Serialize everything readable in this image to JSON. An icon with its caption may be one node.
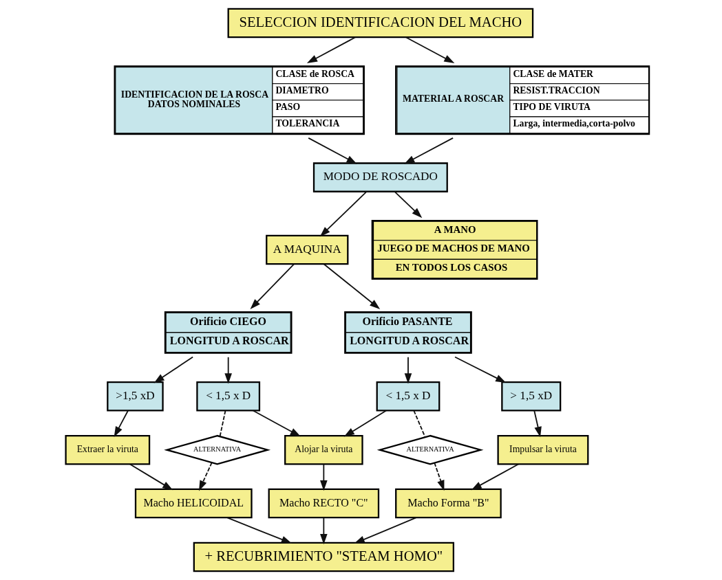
{
  "diagram": {
    "nodes": [
      {
        "text": [
          "SELECCION IDENTIFICACION DEL MACHO"
        ]
      },
      {
        "text": [
          "IDENTIFICACION DE LA ROSCA",
          "DATOS NOMINALES",
          "CLASE de ROSCA",
          "DIAMETRO",
          "PASO",
          "TOLERANCIA"
        ]
      },
      {
        "text": [
          "MATERIAL A ROSCAR",
          "CLASE de MATER",
          "RESIST.TRACCION",
          "TIPO DE VIRUTA",
          "Larga, intermedia,corta-polvo"
        ]
      },
      {
        "text": [
          "MODO DE ROSCADO"
        ]
      },
      {
        "text": [
          "A MAQUINA"
        ]
      },
      {
        "text": [
          "A MANO",
          "JUEGO DE MACHOS DE MANO",
          "EN TODOS LOS CASOS"
        ]
      },
      {
        "text": [
          "Orificio CIEGO",
          "LONGITUD A ROSCAR"
        ]
      },
      {
        "text": [
          "Orificio PASANTE",
          "LONGITUD A ROSCAR"
        ]
      },
      {
        "text": [
          ">1,5 xD"
        ]
      },
      {
        "text": [
          "< 1,5 x D"
        ]
      },
      {
        "text": [
          "< 1,5 x D"
        ]
      },
      {
        "text": [
          "> 1,5 xD"
        ]
      },
      {
        "text": [
          "Extraer la viruta"
        ]
      },
      {
        "text": [
          "Alojar la viruta"
        ]
      },
      {
        "text": [
          "Impulsar la viruta"
        ]
      },
      {
        "text": [
          "ALTERNATIVA"
        ]
      },
      {
        "text": [
          "ALTERNATIVA"
        ]
      },
      {
        "text": [
          "Macho HELICOIDAL"
        ]
      },
      {
        "text": [
          "Macho RECTO \"C\""
        ]
      },
      {
        "text": [
          "Macho Forma \"B\""
        ]
      },
      {
        "text": [
          "+ RECUBRIMIENTO \"STEAM HOMO\""
        ]
      }
    ],
    "edges": [
      {
        "from": 0,
        "to": 1,
        "arrow": "to"
      },
      {
        "from": 0,
        "to": 2,
        "arrow": "to"
      },
      {
        "from": 1,
        "to": 3,
        "arrow": "to"
      },
      {
        "from": 2,
        "to": 3,
        "arrow": "to"
      },
      {
        "from": 3,
        "to": 4,
        "arrow": "to"
      },
      {
        "from": 3,
        "to": 5,
        "arrow": "to"
      },
      {
        "from": 4,
        "to": 6,
        "arrow": "to"
      },
      {
        "from": 4,
        "to": 7,
        "arrow": "to"
      },
      {
        "from": 6,
        "to": 8,
        "arrow": "to"
      },
      {
        "from": 6,
        "to": 9,
        "arrow": "to"
      },
      {
        "from": 7,
        "to": 10,
        "arrow": "to"
      },
      {
        "from": 7,
        "to": 11,
        "arrow": "to"
      },
      {
        "from": 8,
        "to": 12,
        "arrow": "to"
      },
      {
        "from": 9,
        "to": 13,
        "arrow": "to"
      },
      {
        "from": 10,
        "to": 13,
        "arrow": "to"
      },
      {
        "from": 11,
        "to": 14,
        "arrow": "to"
      },
      {
        "from": 9,
        "to": 15,
        "arrow": "none",
        "style": "dashed"
      },
      {
        "from": 15,
        "to": 17,
        "arrow": "to",
        "style": "dashed"
      },
      {
        "from": 10,
        "to": 16,
        "arrow": "none",
        "style": "dashed"
      },
      {
        "from": 16,
        "to": 19,
        "arrow": "to",
        "style": "dashed"
      },
      {
        "from": 12,
        "to": 17,
        "arrow": "to"
      },
      {
        "from": 13,
        "to": 18,
        "arrow": "to"
      },
      {
        "from": 14,
        "to": 19,
        "arrow": "to"
      },
      {
        "from": 17,
        "to": 20,
        "arrow": "to"
      },
      {
        "from": 18,
        "to": 20,
        "arrow": "to"
      },
      {
        "from": 19,
        "to": 20,
        "arrow": "to"
      }
    ]
  }
}
